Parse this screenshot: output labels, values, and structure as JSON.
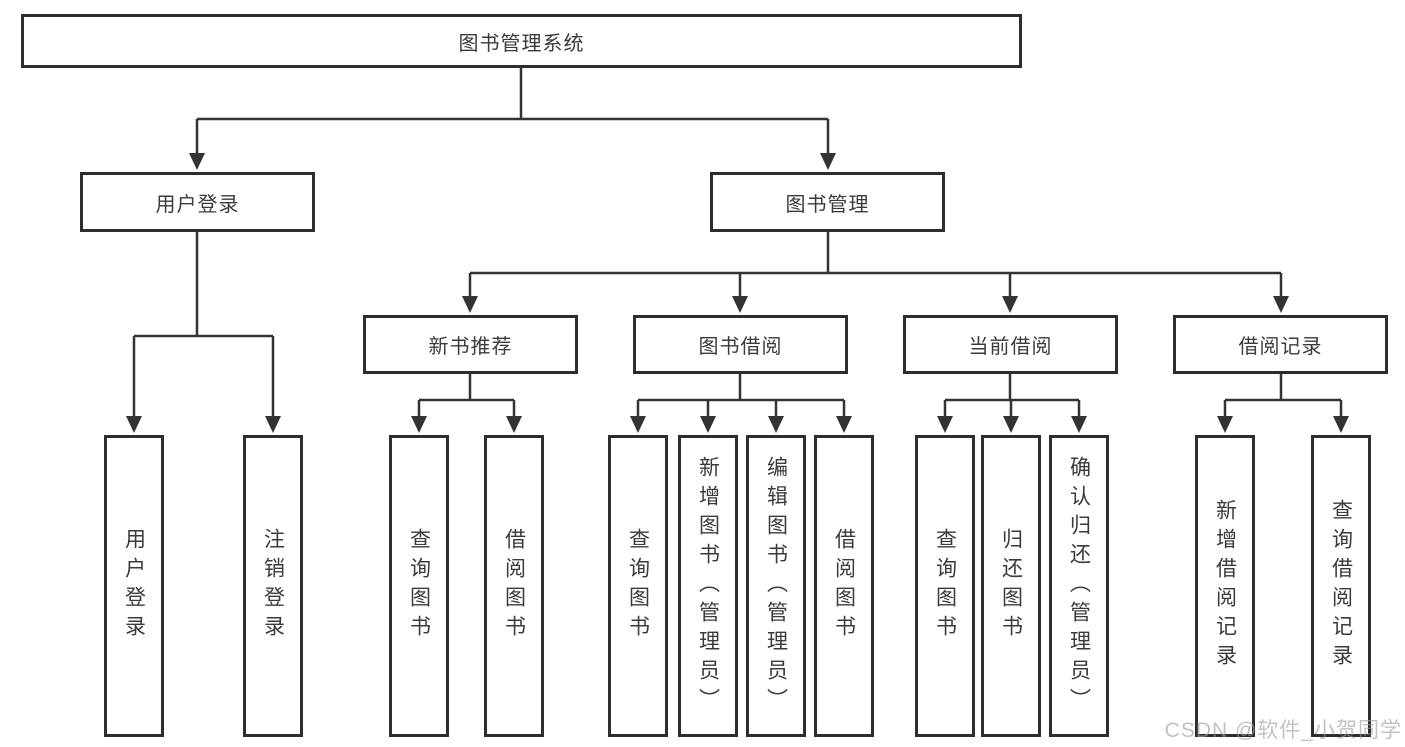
{
  "tree": {
    "label": "图书管理系统",
    "children": [
      {
        "label": "用户登录",
        "children": [
          {
            "label": "用户登录"
          },
          {
            "label": "注销登录"
          }
        ]
      },
      {
        "label": "图书管理",
        "children": [
          {
            "label": "新书推荐",
            "children": [
              {
                "label": "查询图书"
              },
              {
                "label": "借阅图书"
              }
            ]
          },
          {
            "label": "图书借阅",
            "children": [
              {
                "label": "查询图书"
              },
              {
                "label": "新增图书（管理员）"
              },
              {
                "label": "编辑图书（管理员）"
              },
              {
                "label": "借阅图书"
              }
            ]
          },
          {
            "label": "当前借阅",
            "children": [
              {
                "label": "查询图书"
              },
              {
                "label": "归还图书"
              },
              {
                "label": "确认归还（管理员）"
              }
            ]
          },
          {
            "label": "借阅记录",
            "children": [
              {
                "label": "新增借阅记录"
              },
              {
                "label": "查询借阅记录"
              }
            ]
          }
        ]
      }
    ]
  },
  "watermark": {
    "text": "CSDN @软件_小贺同学"
  },
  "colors": {
    "line": "#333333",
    "border": "#2d2d2d",
    "text": "#3b3b3b",
    "watermark": "#9e9e9e"
  }
}
